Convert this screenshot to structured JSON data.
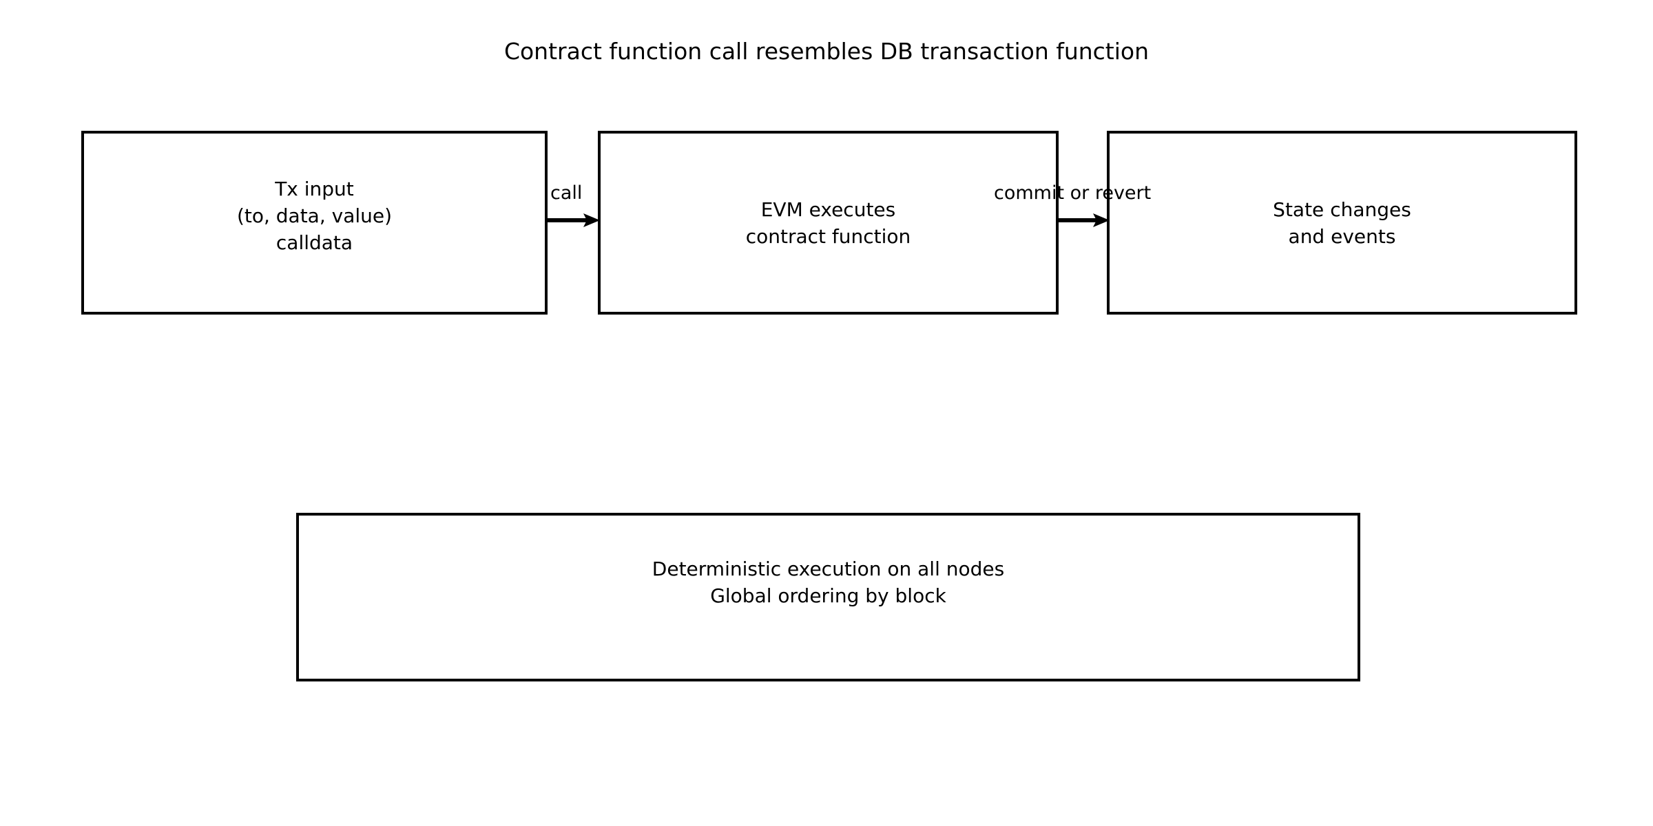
{
  "diagram": {
    "title": "Contract function call resembles DB transaction function",
    "background_color": "#ffffff",
    "stroke_color": "#000000",
    "text_color": "#000000",
    "nodes": [
      {
        "id": "tx-input",
        "label": "Tx input\n(to, data, value)\ncalldata"
      },
      {
        "id": "evm",
        "label": "EVM executes\ncontract function"
      },
      {
        "id": "state",
        "label": "State changes\nand events"
      },
      {
        "id": "guarantees",
        "label": "Deterministic execution on all nodes\nGlobal ordering by block"
      }
    ],
    "edges": [
      {
        "id": "call",
        "label": "call",
        "from": "tx-input",
        "to": "evm"
      },
      {
        "id": "commit-or-revert",
        "label": "commit or revert",
        "from": "evm",
        "to": "state"
      }
    ]
  }
}
